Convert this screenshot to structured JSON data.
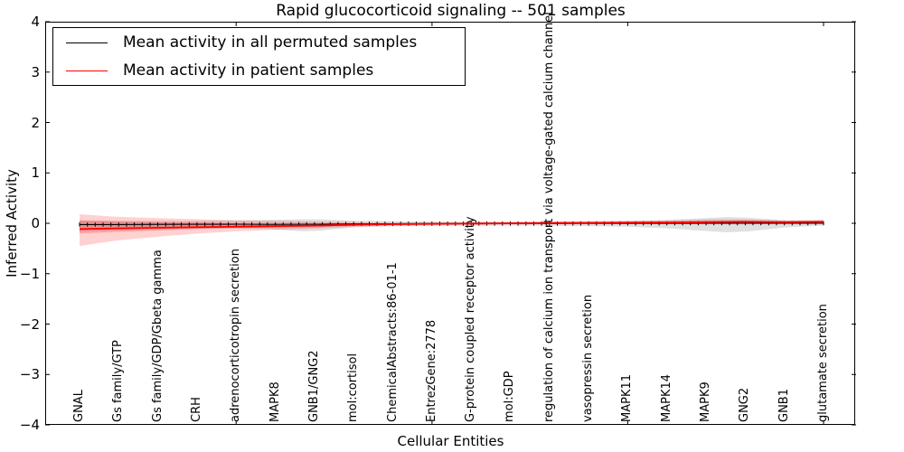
{
  "title": "Rapid glucocorticoid signaling -- 501 samples",
  "axes": {
    "ylabel": "Inferred Activity",
    "xlabel": "Cellular Entities",
    "ytick_labels": [
      "4",
      "3",
      "2",
      "1",
      "0",
      "−1",
      "−2",
      "−3",
      "−4"
    ]
  },
  "legend": {
    "entries": [
      {
        "label": "Mean activity in all permuted samples",
        "color": "#000000"
      },
      {
        "label": "Mean activity in patient samples",
        "color": "#ff0000"
      }
    ]
  },
  "chart_data": {
    "type": "line",
    "title": "Rapid glucocorticoid signaling -- 501 samples",
    "xlabel": "Cellular Entities",
    "ylabel": "Inferred Activity",
    "ylim": [
      -4,
      4
    ],
    "grid": false,
    "legend_position": "upper left",
    "n_points": 96,
    "xticklabels": [
      "GNAL",
      "Gs family/GTP",
      "Gs family/GDP/Gbeta gamma",
      "CRH",
      "adrenocorticotropin secretion",
      "MAPK8",
      "GNB1/GNG2",
      "mol:cortisol",
      "ChemicalAbstracts:86-01-1",
      "EntrezGene:2778",
      "G-protein coupled receptor activity",
      "mol:GDP",
      "regulation of calcium ion transport via voltage-gated calcium channel",
      "vasopressin secretion",
      "MAPK11",
      "MAPK14",
      "MAPK9",
      "GNG2",
      "GNB1",
      "glutamate secretion"
    ],
    "axis_tick_fracs": [
      0.2105,
      0.4737,
      0.7368,
      1.0
    ],
    "series": [
      {
        "name": "Mean activity in all permuted samples",
        "color": "#000000",
        "marker": "vertical-tick",
        "points": [
          [
            0,
            -0.025
          ],
          [
            0.05,
            -0.025
          ],
          [
            0.11,
            -0.022
          ],
          [
            0.16,
            -0.02
          ],
          [
            0.21,
            -0.018
          ],
          [
            0.26,
            -0.022
          ],
          [
            0.32,
            -0.018
          ],
          [
            0.37,
            -0.012
          ],
          [
            0.42,
            -0.01
          ],
          [
            0.47,
            -0.008
          ],
          [
            0.53,
            -0.006
          ],
          [
            0.58,
            -0.005
          ],
          [
            0.63,
            -0.005
          ],
          [
            0.68,
            -0.004
          ],
          [
            0.74,
            -0.003
          ],
          [
            0.79,
            -0.002
          ],
          [
            0.84,
            0
          ],
          [
            0.89,
            0
          ],
          [
            0.95,
            0
          ],
          [
            1,
            0
          ]
        ]
      },
      {
        "name": "Mean activity in patient samples",
        "color": "#ff0000",
        "marker": "none",
        "points": [
          [
            0,
            -0.115
          ],
          [
            0.05,
            -0.1
          ],
          [
            0.11,
            -0.088
          ],
          [
            0.16,
            -0.078
          ],
          [
            0.21,
            -0.068
          ],
          [
            0.26,
            -0.058
          ],
          [
            0.32,
            -0.045
          ],
          [
            0.37,
            -0.028
          ],
          [
            0.42,
            -0.018
          ],
          [
            0.47,
            -0.01
          ],
          [
            0.53,
            -0.005
          ],
          [
            0.58,
            0
          ],
          [
            0.63,
            0.004
          ],
          [
            0.68,
            0.008
          ],
          [
            0.74,
            0.012
          ],
          [
            0.79,
            0.016
          ],
          [
            0.84,
            0.022
          ],
          [
            0.89,
            0.028
          ],
          [
            0.95,
            0.022
          ],
          [
            1,
            0.03
          ]
        ]
      }
    ],
    "bands": [
      {
        "name": "permuted-samples-range",
        "color": "rgba(0,0,0,0.12)",
        "points": [
          [
            0,
            0.06,
            -0.16
          ],
          [
            0.05,
            0.05,
            -0.13
          ],
          [
            0.11,
            0.05,
            -0.11
          ],
          [
            0.16,
            0.05,
            -0.1
          ],
          [
            0.21,
            0.06,
            -0.1
          ],
          [
            0.26,
            0.07,
            -0.12
          ],
          [
            0.3,
            0.08,
            -0.16
          ],
          [
            0.32,
            0.08,
            -0.15
          ],
          [
            0.37,
            0.05,
            -0.08
          ],
          [
            0.42,
            0.04,
            -0.06
          ],
          [
            0.47,
            0.035,
            -0.05
          ],
          [
            0.53,
            0.03,
            -0.045
          ],
          [
            0.58,
            0.03,
            -0.045
          ],
          [
            0.63,
            0.035,
            -0.05
          ],
          [
            0.68,
            0.04,
            -0.055
          ],
          [
            0.74,
            0.05,
            -0.07
          ],
          [
            0.79,
            0.07,
            -0.1
          ],
          [
            0.84,
            0.1,
            -0.15
          ],
          [
            0.87,
            0.125,
            -0.18
          ],
          [
            0.9,
            0.11,
            -0.16
          ],
          [
            0.95,
            0.06,
            -0.08
          ],
          [
            1,
            0.045,
            -0.045
          ]
        ]
      },
      {
        "name": "patient-samples-range-outer",
        "color": "rgba(255,0,0,0.18)",
        "points": [
          [
            0,
            0.18,
            -0.45
          ],
          [
            0.05,
            0.13,
            -0.34
          ],
          [
            0.11,
            0.1,
            -0.26
          ],
          [
            0.16,
            0.08,
            -0.2
          ],
          [
            0.21,
            0.06,
            -0.16
          ],
          [
            0.26,
            0.05,
            -0.13
          ],
          [
            0.32,
            0.035,
            -0.1
          ],
          [
            0.37,
            0.025,
            -0.07
          ],
          [
            0.42,
            0.02,
            -0.05
          ],
          [
            0.47,
            0.015,
            -0.04
          ],
          [
            0.53,
            0.02,
            -0.03
          ],
          [
            0.58,
            0.025,
            -0.02
          ],
          [
            0.63,
            0.03,
            -0.018
          ],
          [
            0.68,
            0.04,
            -0.015
          ],
          [
            0.74,
            0.045,
            -0.012
          ],
          [
            0.79,
            0.055,
            -0.012
          ],
          [
            0.84,
            0.075,
            -0.02
          ],
          [
            0.89,
            0.08,
            -0.02
          ],
          [
            0.95,
            0.055,
            -0.01
          ],
          [
            1,
            0.07,
            -0.005
          ]
        ]
      },
      {
        "name": "patient-samples-range-inner",
        "color": "rgba(255,0,0,0.22)",
        "points": [
          [
            0,
            0.055,
            -0.2
          ],
          [
            0.05,
            0.035,
            -0.17
          ],
          [
            0.11,
            0.02,
            -0.14
          ],
          [
            0.16,
            0.01,
            -0.11
          ],
          [
            0.21,
            0,
            -0.095
          ],
          [
            0.26,
            -0.01,
            -0.085
          ],
          [
            0.32,
            -0.005,
            -0.075
          ],
          [
            0.37,
            0,
            -0.05
          ],
          [
            0.42,
            0.002,
            -0.035
          ],
          [
            0.47,
            0.005,
            -0.025
          ],
          [
            0.53,
            0.01,
            -0.018
          ],
          [
            0.58,
            0.012,
            -0.01
          ],
          [
            0.63,
            0.02,
            -0.006
          ],
          [
            0.68,
            0.025,
            -0.002
          ],
          [
            0.74,
            0.03,
            0
          ],
          [
            0.79,
            0.035,
            0.002
          ],
          [
            0.84,
            0.05,
            -0.002
          ],
          [
            0.89,
            0.055,
            0.002
          ],
          [
            0.95,
            0.04,
            0.006
          ],
          [
            1,
            0.05,
            0.012
          ]
        ]
      }
    ]
  }
}
